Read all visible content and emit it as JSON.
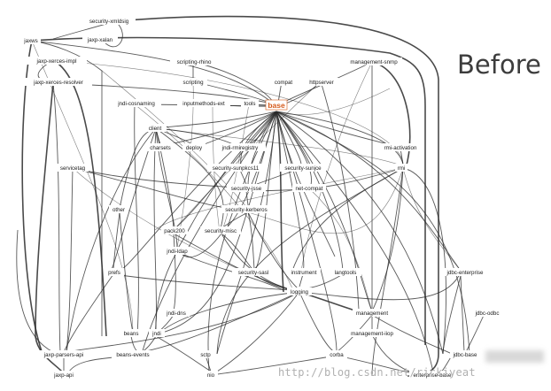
{
  "title": "Before",
  "watermark": "http://blog.csdn.net/rickiyeat",
  "hub_color": "#d65a1a",
  "nodes": {
    "security_xmldsig": "security-xmldsig",
    "jaxws": "jaxws",
    "jaxp_xalan": "jaxp-xalan",
    "jaxp_xerces_impl": "jaxp-xerces-impl",
    "jaxp_xerces_resolver": "jaxp-xerces-resolver",
    "scripting_rhino": "scripting-rhino",
    "scripting": "scripting",
    "management_snmp": "management-snmp",
    "compat": "compat",
    "httpserver": "httpserver",
    "jndi_cosnaming": "jndi-cosnaming",
    "inputmethods_ext": "inputmethods-ext",
    "tools": "tools",
    "base": "base",
    "client": "client",
    "charsets": "charsets",
    "deploy": "deploy",
    "jndi_rmiregistry": "jndi-rmiregistry",
    "rmi_activation": "rmi-activation",
    "rmi": "rmi",
    "servicetag": "servicetag",
    "security_sunpkcs11": "security-sunpkcs11",
    "security_sunjce": "security-sunjce",
    "security_jsse": "security-jsse",
    "net_compat": "net-compat",
    "other": "other",
    "security_kerberos": "security-kerberos",
    "pack200": "pack200",
    "security_misc": "security-misc",
    "jndi_ldap": "jndi-ldap",
    "prefs": "prefs",
    "security_sasl": "security-sasl",
    "instrument": "instrument",
    "langtools": "langtools",
    "jdbc_enterprise": "jdbc-enterprise",
    "logging": "logging",
    "jndi_dns": "jndi-dns",
    "jdbc_odbc": "jdbc-odbc",
    "management": "management",
    "beans": "beans",
    "jndi": "jndi",
    "management_iiop": "management-iiop",
    "jaxp_parsers_api": "jaxp-parsers-api",
    "beans_events": "beans-events",
    "sctp": "sctp",
    "corba": "corba",
    "jdbc_base": "jdbc-base",
    "jaxp_api": "jaxp-api",
    "nio": "nio",
    "enterprise_base": "enterprise-base"
  }
}
